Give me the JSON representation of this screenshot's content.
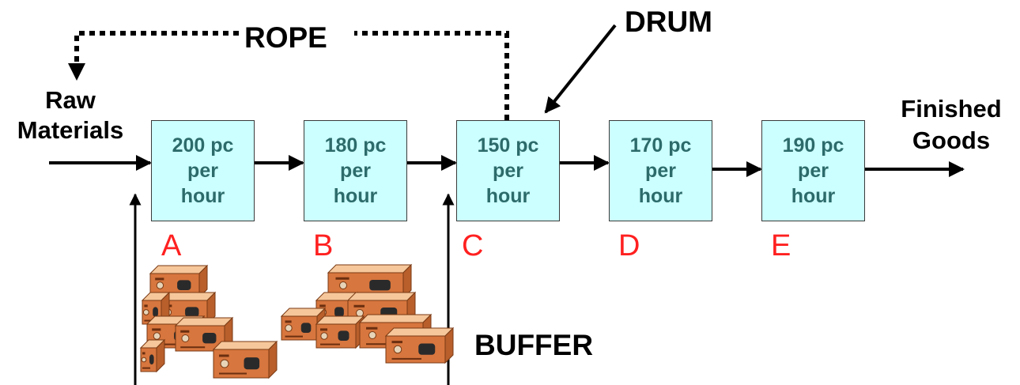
{
  "rope_label": "ROPE",
  "drum_label": "DRUM",
  "buffer_label": "BUFFER",
  "input": {
    "line1": "Raw",
    "line2": "Materials"
  },
  "output": {
    "line1": "Finished",
    "line2": "Goods"
  },
  "stations": [
    {
      "id": "A",
      "rate_line1": "200 pc",
      "rate_line2": "per",
      "rate_line3": "hour"
    },
    {
      "id": "B",
      "rate_line1": "180 pc",
      "rate_line2": "per",
      "rate_line3": "hour"
    },
    {
      "id": "C",
      "rate_line1": "150 pc",
      "rate_line2": "per",
      "rate_line3": "hour"
    },
    {
      "id": "D",
      "rate_line1": "170 pc",
      "rate_line2": "per",
      "rate_line3": "hour"
    },
    {
      "id": "E",
      "rate_line1": "190 pc",
      "rate_line2": "per",
      "rate_line3": "hour"
    }
  ],
  "colors": {
    "station_fill": "#ccffff",
    "station_text": "#2d6b6b",
    "station_letter": "#ff2020",
    "box_top": "#f6c79a",
    "box_side": "#d7763e",
    "box_dark": "#2a2a2a"
  },
  "icons": {
    "buffer_inventory": "stacked-boxes-icon"
  }
}
